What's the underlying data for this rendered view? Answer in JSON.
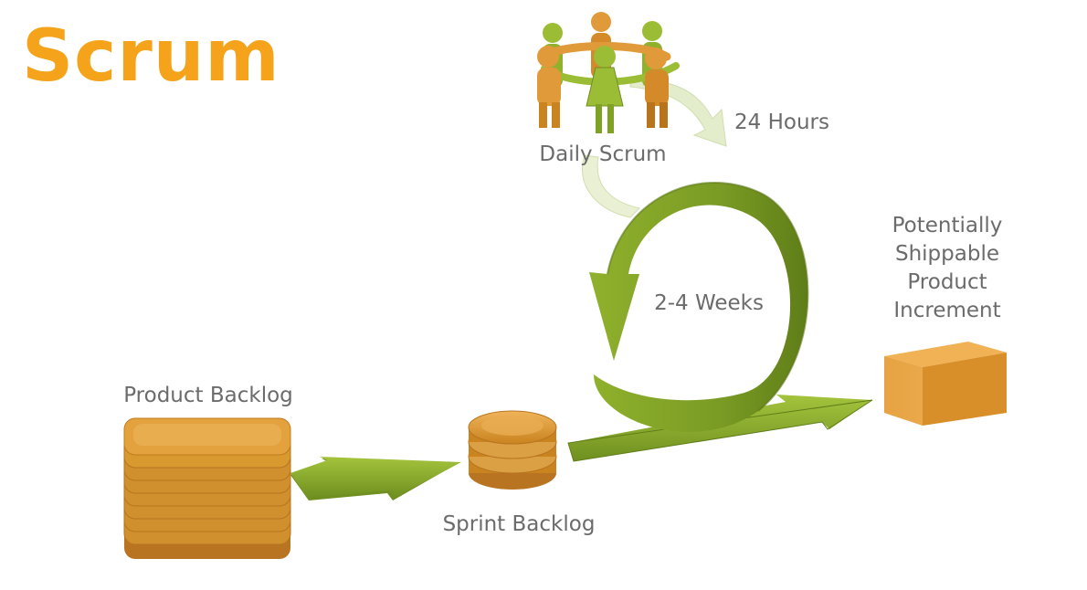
{
  "title": "Scrum",
  "labels": {
    "daily_scrum": "Daily Scrum",
    "hours": "24 Hours",
    "weeks": "2-4 Weeks",
    "product_backlog": "Product Backlog",
    "sprint_backlog": "Sprint Backlog",
    "increment_line1": "Potentially",
    "increment_line2": "Shippable",
    "increment_line3": "Product",
    "increment_line4": "Increment"
  },
  "colors": {
    "title": "#f5a31a",
    "label": "#6b6b6b",
    "arrow_green": "#8db32e",
    "arrow_green_dark": "#6a8a1f",
    "arrow_light": "#dfe9c2",
    "stack_orange": "#e4a23e",
    "stack_orange_dark": "#c07c1d",
    "figure_green": "#9bbd36",
    "figure_orange": "#e09a3a"
  }
}
